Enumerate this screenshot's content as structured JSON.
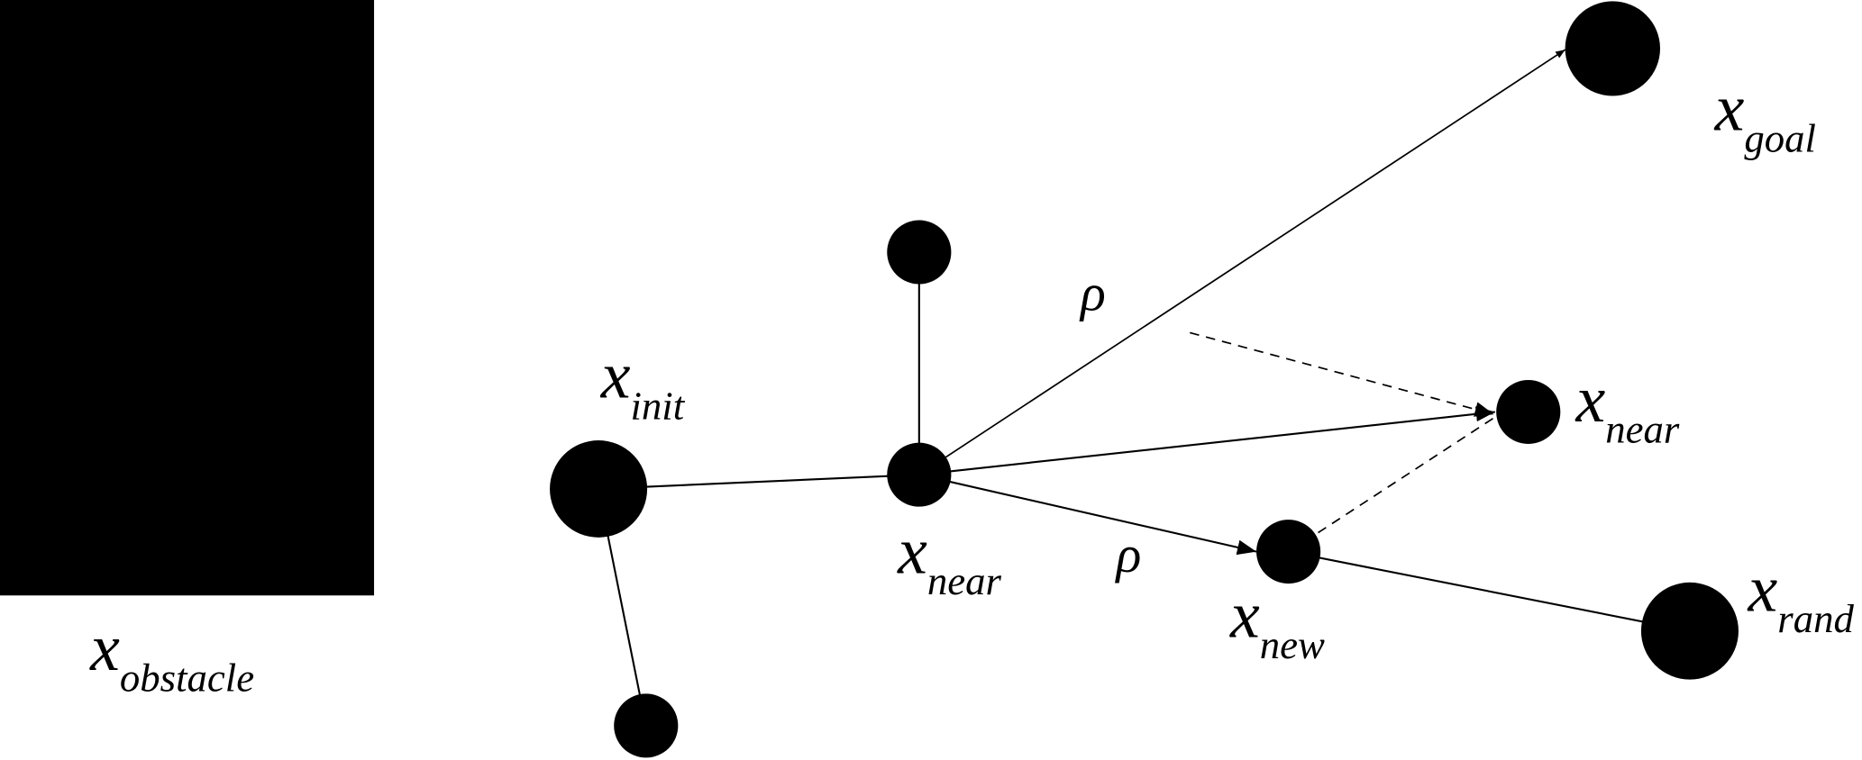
{
  "colors": {
    "ink": "#000000",
    "background": "#ffffff"
  },
  "labels": {
    "obstacle": {
      "base": "x",
      "sub": "obstacle"
    },
    "init": {
      "base": "x",
      "sub": "init"
    },
    "near_center": {
      "base": "x",
      "sub": "near"
    },
    "near_right": {
      "base": "x",
      "sub": "near"
    },
    "new": {
      "base": "x",
      "sub": "new"
    },
    "rand": {
      "base": "x",
      "sub": "rand"
    },
    "goal": {
      "base": "x",
      "sub": "goal"
    },
    "rho_upper": "ρ",
    "rho_lower": "ρ"
  }
}
